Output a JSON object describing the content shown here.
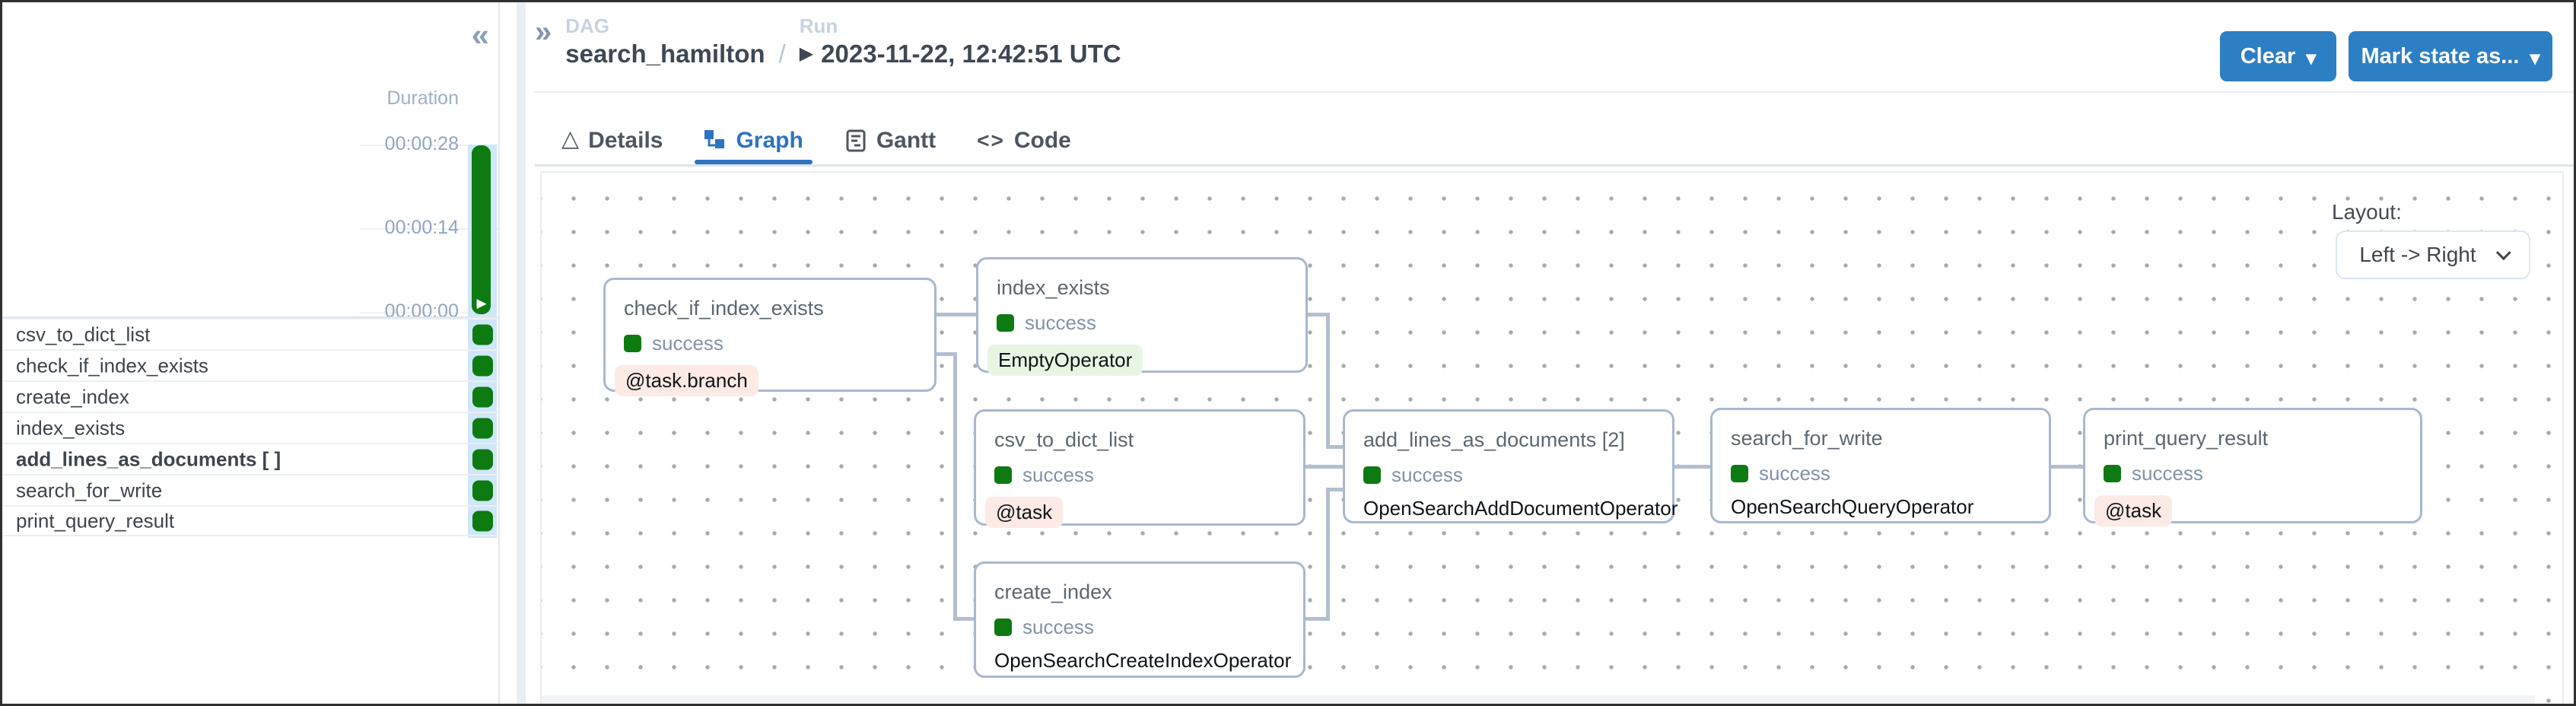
{
  "sidebar": {
    "collapse_icon": "«",
    "duration": {
      "label": "Duration",
      "ticks": [
        "00:00:28",
        "00:00:14",
        "00:00:00"
      ]
    },
    "tasks": [
      {
        "name": "csv_to_dict_list",
        "status": "success"
      },
      {
        "name": "check_if_index_exists",
        "status": "success"
      },
      {
        "name": "create_index",
        "status": "success"
      },
      {
        "name": "index_exists",
        "status": "success"
      },
      {
        "name": "add_lines_as_documents [ ]",
        "status": "success"
      },
      {
        "name": "search_for_write",
        "status": "success"
      },
      {
        "name": "print_query_result",
        "status": "success"
      }
    ]
  },
  "header": {
    "breadcrumb_icon": "»",
    "dag_label": "DAG",
    "dag_name": "search_hamilton",
    "separator": "/",
    "run_label": "Run",
    "run_icon": "▶",
    "run_value": "2023-11-22, 12:42:51 UTC",
    "clear_button": "Clear",
    "mark_state_button": "Mark state as...",
    "caret_icon": "▾"
  },
  "tabs": [
    {
      "label": "Details"
    },
    {
      "label": "Graph"
    },
    {
      "label": "Gantt"
    },
    {
      "label": "Code"
    }
  ],
  "graph": {
    "layout_label": "Layout:",
    "layout_value": "Left -> Right",
    "nodes": [
      {
        "title": "check_if_index_exists",
        "status": "success",
        "operator": "@task.branch"
      },
      {
        "title": "index_exists",
        "status": "success",
        "operator": "EmptyOperator"
      },
      {
        "title": "csv_to_dict_list",
        "status": "success",
        "operator": "@task"
      },
      {
        "title": "create_index",
        "status": "success",
        "operator": "OpenSearchCreateIndexOperator"
      },
      {
        "title": "add_lines_as_documents [2]",
        "status": "success",
        "operator": "OpenSearchAddDocumentOperator"
      },
      {
        "title": "search_for_write",
        "status": "success",
        "operator": "OpenSearchQueryOperator"
      },
      {
        "title": "print_query_result",
        "status": "success",
        "operator": "@task"
      }
    ],
    "edges": [
      "check_if_index_exists->index_exists",
      "check_if_index_exists->create_index",
      "index_exists->add_lines_as_documents",
      "csv_to_dict_list->add_lines_as_documents",
      "create_index->add_lines_as_documents",
      "add_lines_as_documents->search_for_write",
      "search_for_write->print_query_result"
    ]
  },
  "colors": {
    "success_green": "#0e7a12",
    "button_blue": "#2d7fc4",
    "active_tab_blue": "#2e74c0",
    "edge_gray": "#b3bfd0",
    "duration_track_blue": "#cfe7f8",
    "pink_badge_bg": "#fdeae5",
    "green_badge_bg": "#e7f6e2"
  }
}
